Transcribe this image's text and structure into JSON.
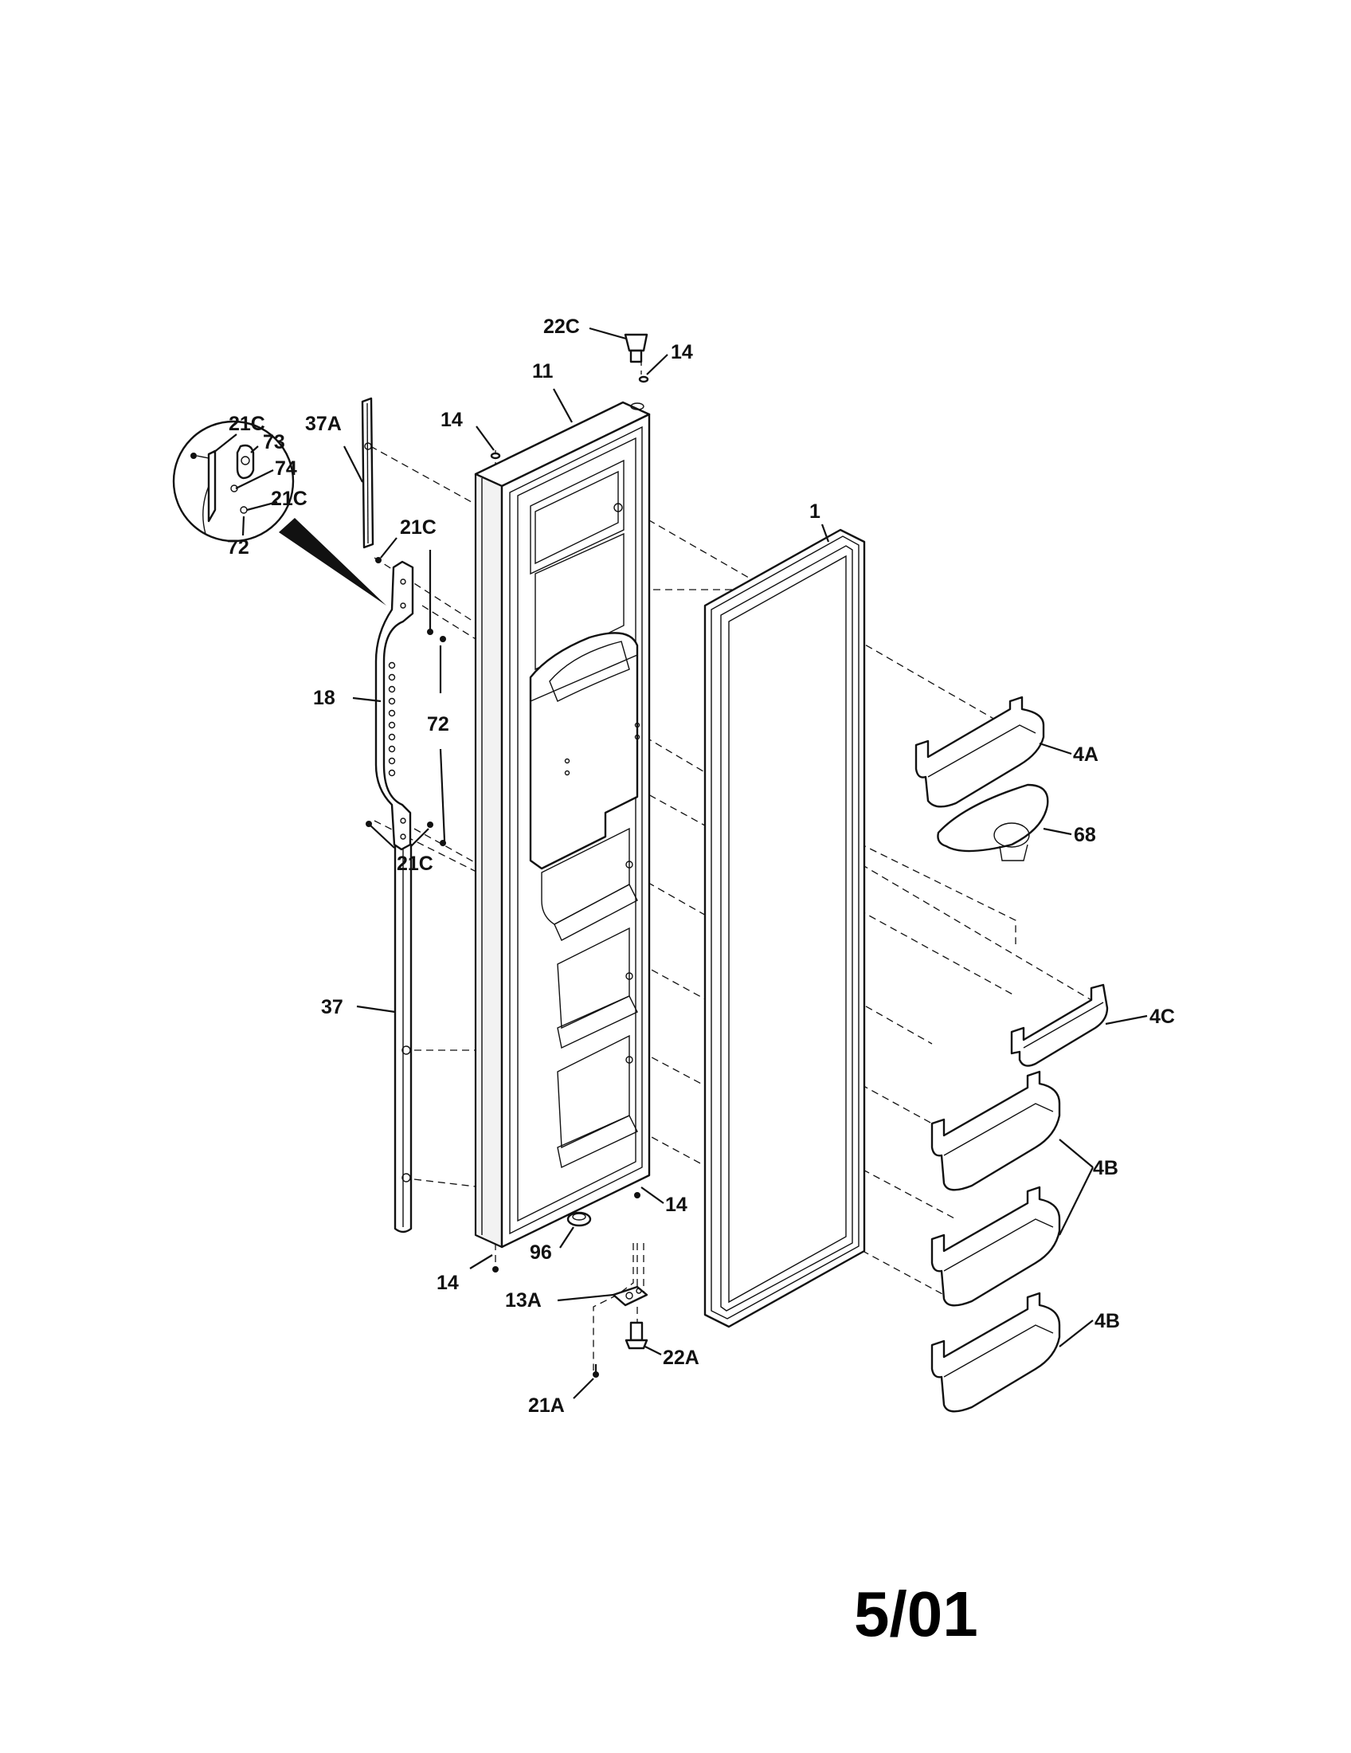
{
  "diagram": {
    "date_code": "5/01",
    "labels": {
      "p22C": "22C",
      "p14_top": "14",
      "p11": "11",
      "p14_upper": "14",
      "p37A": "37A",
      "p21C_inset_a": "21C",
      "p73": "73",
      "p74": "74",
      "p21C_inset_b": "21C",
      "p72_inset": "72",
      "p21C_upper": "21C",
      "p1": "1",
      "p18": "18",
      "p72": "72",
      "p21C_lower": "21C",
      "p4A": "4A",
      "p68": "68",
      "p37": "37",
      "p4C": "4C",
      "p4B_a": "4B",
      "p14_right": "14",
      "p96": "96",
      "p14_bottom": "14",
      "p13A": "13A",
      "p22A": "22A",
      "p4B_b": "4B",
      "p21A": "21A"
    }
  }
}
